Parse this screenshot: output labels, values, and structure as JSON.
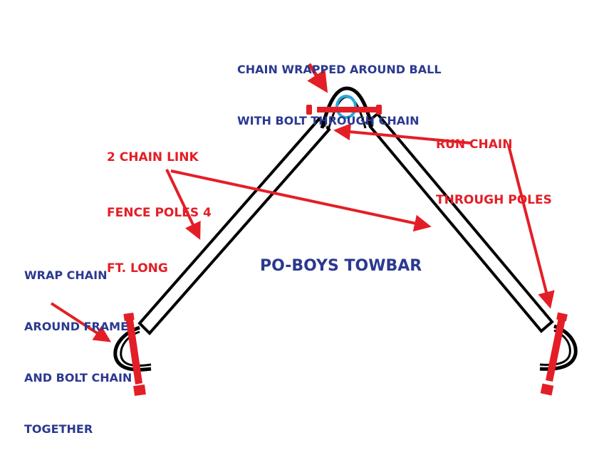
{
  "diagram": {
    "title": "PO-BOYS TOWBAR",
    "colors": {
      "label_blue": "#2b3990",
      "label_red": "#e41e26",
      "ring_blue": "#29a8e0",
      "outline": "#000000"
    },
    "annotations": {
      "ball": {
        "line1": "CHAIN WRAPPED AROUND BALL",
        "line2": "WITH BOLT THROUGH CHAIN"
      },
      "poles": {
        "line1": "2 CHAIN LINK",
        "line2": "FENCE POLES 4",
        "line3": "FT. LONG"
      },
      "run_chain": {
        "line1": "RUN CHAIN",
        "line2": "THROUGH POLES"
      },
      "frame": {
        "line1": "WRAP CHAIN",
        "line2": "AROUND FRAME",
        "line3": "AND BOLT CHAIN",
        "line4": "TOGETHER"
      }
    },
    "components": [
      "left-pole",
      "right-pole",
      "hitch-ball",
      "chain-loop-top",
      "chain-loop-left",
      "chain-loop-right",
      "bolt-top",
      "bolt-left",
      "bolt-right"
    ]
  }
}
